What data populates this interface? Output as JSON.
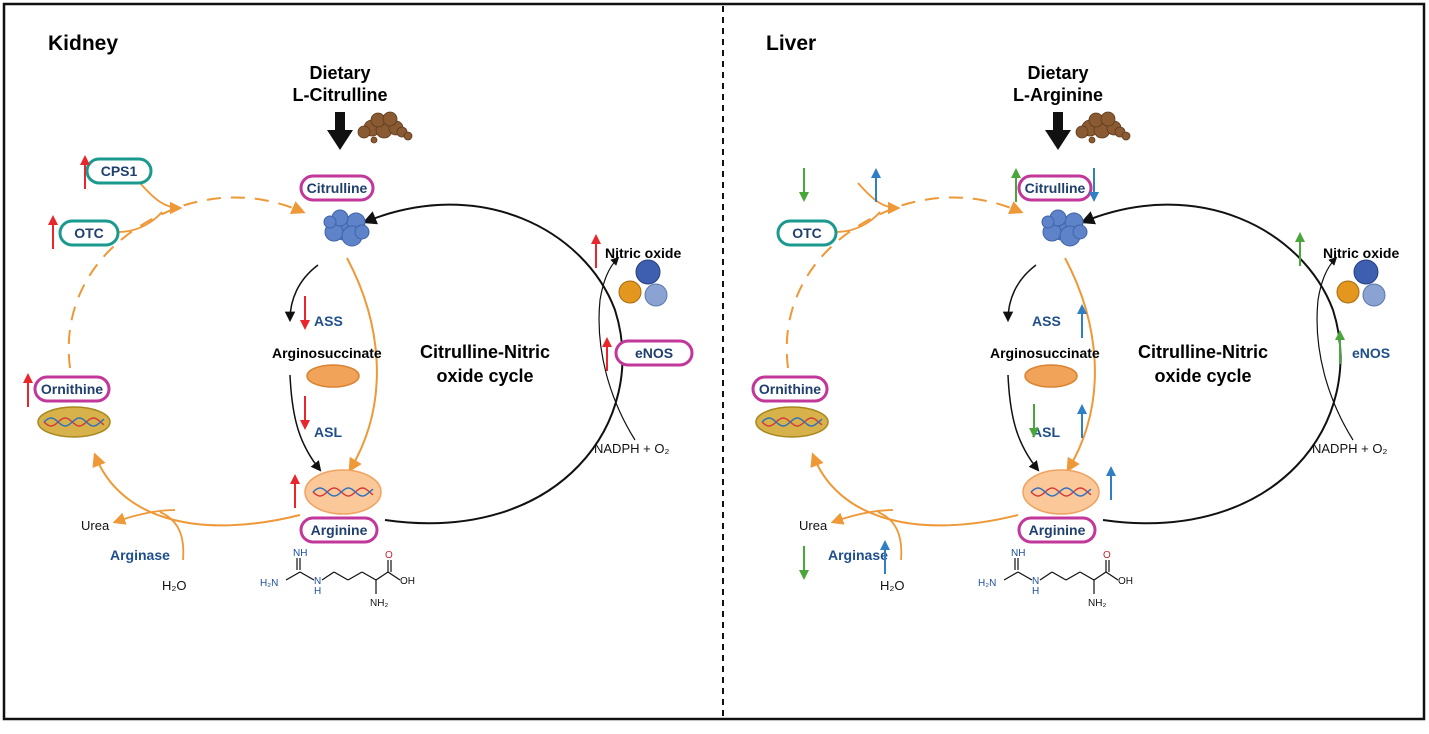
{
  "colors": {
    "up_red": "#e8262c",
    "up_blue": "#2f7fc4",
    "down_green": "#4aa53a",
    "orange_path": "#ee9838",
    "teal_box": "#1a9a8f",
    "magenta_box": "#c2379a",
    "enzyme_blue": "#1f4e8c"
  },
  "panels": [
    {
      "id": "kidney",
      "title": "Kidney",
      "dietary_line1": "Dietary",
      "dietary_line2": "L-Citrulline",
      "cycle_line1": "Citrulline-Nitric",
      "cycle_line2": "oxide cycle",
      "nodes": {
        "cps1": "CPS1",
        "otc": "OTC",
        "citrulline": "Citrulline",
        "ornithine": "Ornithine",
        "arginine": "Arginine",
        "enos": "eNOS",
        "nitric_oxide": "Nitric oxide"
      },
      "labels": {
        "ass": "ASS",
        "asl": "ASL",
        "arginosuccinate": "Arginosuccinate",
        "urea": "Urea",
        "arginase": "Arginase",
        "water": "H₂O",
        "nadph": "NADPH + O₂"
      },
      "arrows": {
        "cps1": [
          "up"
        ],
        "otc": [
          "up"
        ],
        "citrulline": [],
        "ornithine": [
          "up"
        ],
        "arginine": [
          "up"
        ],
        "ass": [
          "down"
        ],
        "asl": [
          "down"
        ],
        "arginase": [],
        "nitric_oxide": [
          "up"
        ],
        "enos": [
          "up"
        ]
      }
    },
    {
      "id": "liver",
      "title": "Liver",
      "dietary_line1": "Dietary",
      "dietary_line2": "L-Arginine",
      "cycle_line1": "Citrulline-Nitric",
      "cycle_line2": "oxide cycle",
      "nodes": {
        "otc": "OTC",
        "citrulline": "Citrulline",
        "ornithine": "Ornithine",
        "arginine": "Arginine",
        "enos": "eNOS",
        "nitric_oxide": "Nitric oxide"
      },
      "labels": {
        "ass": "ASS",
        "asl": "ASL",
        "arginosuccinate": "Arginosuccinate",
        "urea": "Urea",
        "arginase": "Arginase",
        "water": "H₂O",
        "nadph": "NADPH + O₂"
      },
      "arrows": {
        "otc": [
          "down",
          "up"
        ],
        "citrulline": [
          "up",
          "down"
        ],
        "ornithine": [],
        "arginine": [
          "up"
        ],
        "ass": [
          "up"
        ],
        "asl": [
          "down",
          "up"
        ],
        "arginase": [
          "down",
          "up"
        ],
        "nitric_oxide": [
          "up"
        ],
        "enos": [
          "up"
        ]
      }
    }
  ],
  "molecule": {
    "nh": "NH",
    "h2n": "H₂N",
    "n": "N",
    "h": "H",
    "o": "O",
    "oh": "OH",
    "nh2": "NH₂"
  }
}
